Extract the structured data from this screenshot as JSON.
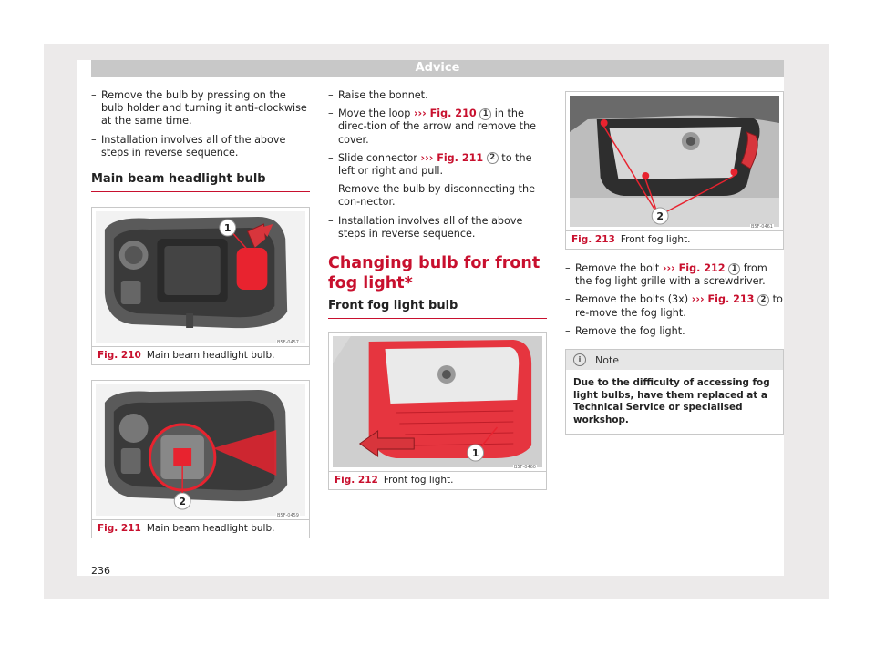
{
  "header": {
    "title": "Advice"
  },
  "col1": {
    "bullets": [
      {
        "text": "Remove the bulb by pressing on the bulb holder and turning it anti-clockwise at the same time."
      },
      {
        "text": "Installation involves all of the above steps in reverse sequence."
      }
    ],
    "subheading": "Main beam headlight bulb",
    "fig210": {
      "code": "B5F-0457",
      "label": "Fig. 210",
      "caption": "Main beam headlight bulb.",
      "callout": "1"
    },
    "fig211": {
      "code": "B5F-0459",
      "label": "Fig. 211",
      "caption": "Main beam headlight bulb.",
      "callout": "2"
    }
  },
  "col2": {
    "b1": "Raise the bonnet.",
    "b2": {
      "pre": "Move the loop ",
      "ref": "››› Fig. 210",
      "num": "1",
      "post": " in the direc-tion of the arrow and remove the cover."
    },
    "b3": {
      "pre": "Slide connector ",
      "ref": "››› Fig. 211",
      "num": "2",
      "post": " to the left or right and pull."
    },
    "b4": "Remove the bulb by disconnecting the con-nector.",
    "b5": "Installation involves all of the above steps in reverse sequence.",
    "heading": "Changing bulb for front fog light*",
    "subheading": "Front fog light bulb",
    "fig212": {
      "code": "B5F-0460",
      "label": "Fig. 212",
      "caption": "Front fog light.",
      "callout": "1"
    }
  },
  "col3": {
    "fig213": {
      "code": "B5F-0461",
      "label": "Fig. 213",
      "caption": "Front fog light.",
      "callout": "2"
    },
    "b1": {
      "pre": "Remove the bolt ",
      "ref": "››› Fig. 212",
      "num": "1",
      "post": " from the fog light grille with a screwdriver."
    },
    "b2": {
      "pre": "Remove the bolts (3x) ",
      "ref": "››› Fig. 213",
      "num": "2",
      "post": " to re-move the fog light."
    },
    "b3": "Remove the fog light.",
    "note": {
      "title": "Note",
      "body": "Due to the difficulty of accessing fog light bulbs, have them replaced at a Technical Service or specialised workshop."
    }
  },
  "page_number": "236",
  "colors": {
    "accent": "#c8102e",
    "header_bg": "#c8c8c8",
    "frame_bg": "#eceaea"
  }
}
